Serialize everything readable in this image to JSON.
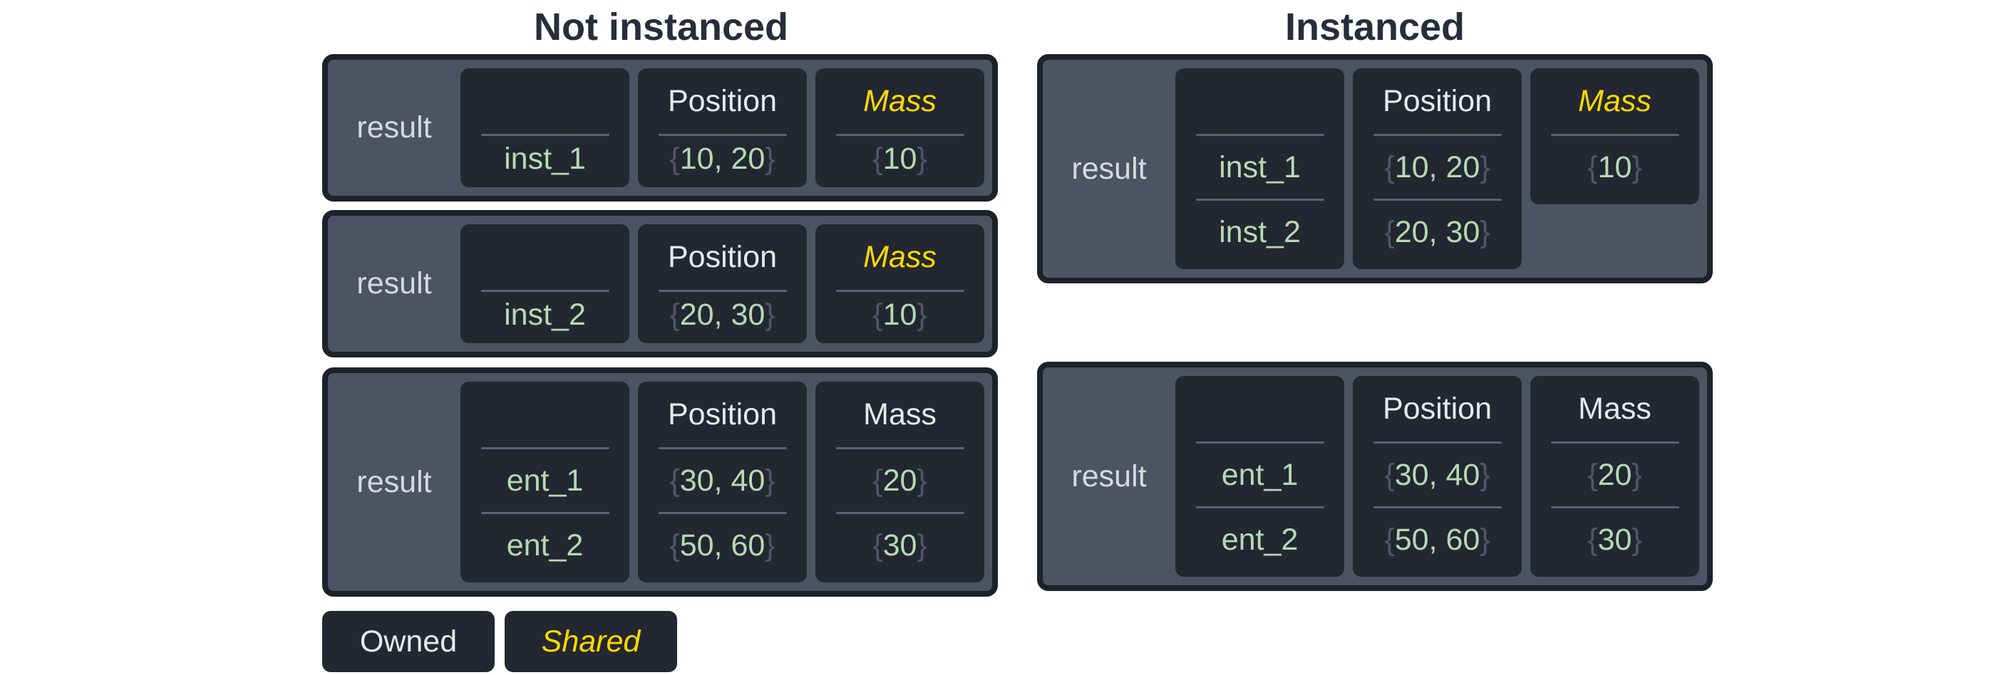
{
  "sections": {
    "not_instanced": {
      "title": "Not instanced",
      "tables": [
        {
          "result_label": "result",
          "columns": [
            {
              "key": "entity",
              "header": "",
              "shared": false,
              "values": [
                "inst_1"
              ]
            },
            {
              "key": "position",
              "header": "Position",
              "shared": false,
              "values": [
                "{10, 20}"
              ]
            },
            {
              "key": "mass",
              "header": "Mass",
              "shared": true,
              "values": [
                "{10}"
              ]
            }
          ]
        },
        {
          "result_label": "result",
          "columns": [
            {
              "key": "entity",
              "header": "",
              "shared": false,
              "values": [
                "inst_2"
              ]
            },
            {
              "key": "position",
              "header": "Position",
              "shared": false,
              "values": [
                "{20, 30}"
              ]
            },
            {
              "key": "mass",
              "header": "Mass",
              "shared": true,
              "values": [
                "{10}"
              ]
            }
          ]
        },
        {
          "result_label": "result",
          "columns": [
            {
              "key": "entity",
              "header": "",
              "shared": false,
              "values": [
                "ent_1",
                "ent_2"
              ]
            },
            {
              "key": "position",
              "header": "Position",
              "shared": false,
              "values": [
                "{30, 40}",
                "{50, 60}"
              ]
            },
            {
              "key": "mass",
              "header": "Mass",
              "shared": false,
              "values": [
                "{20}",
                "{30}"
              ]
            }
          ]
        }
      ]
    },
    "instanced": {
      "title": "Instanced",
      "tables": [
        {
          "result_label": "result",
          "columns": [
            {
              "key": "entity",
              "header": "",
              "shared": false,
              "values": [
                "inst_1",
                "inst_2"
              ]
            },
            {
              "key": "position",
              "header": "Position",
              "shared": false,
              "values": [
                "{10, 20}",
                "{20, 30}"
              ]
            },
            {
              "key": "mass",
              "header": "Mass",
              "shared": true,
              "values": [
                "{10}"
              ]
            }
          ]
        },
        {
          "result_label": "result",
          "columns": [
            {
              "key": "entity",
              "header": "",
              "shared": false,
              "values": [
                "ent_1",
                "ent_2"
              ]
            },
            {
              "key": "position",
              "header": "Position",
              "shared": false,
              "values": [
                "{30, 40}",
                "{50, 60}"
              ]
            },
            {
              "key": "mass",
              "header": "Mass",
              "shared": false,
              "values": [
                "{20}",
                "{30}"
              ]
            }
          ]
        }
      ]
    }
  },
  "legend": [
    {
      "label": "Owned",
      "shared": false
    },
    {
      "label": "Shared",
      "shared": true
    }
  ],
  "colors": {
    "owned_text": "#e8e9ed",
    "shared_text": "#ffd900",
    "value_green": "#b5dab3",
    "panel_gray": "#4d5363",
    "cell_dark": "#232731",
    "border_dark": "#1d212a",
    "brace_gray": "#4f5665",
    "title_text": "#272d3a"
  }
}
